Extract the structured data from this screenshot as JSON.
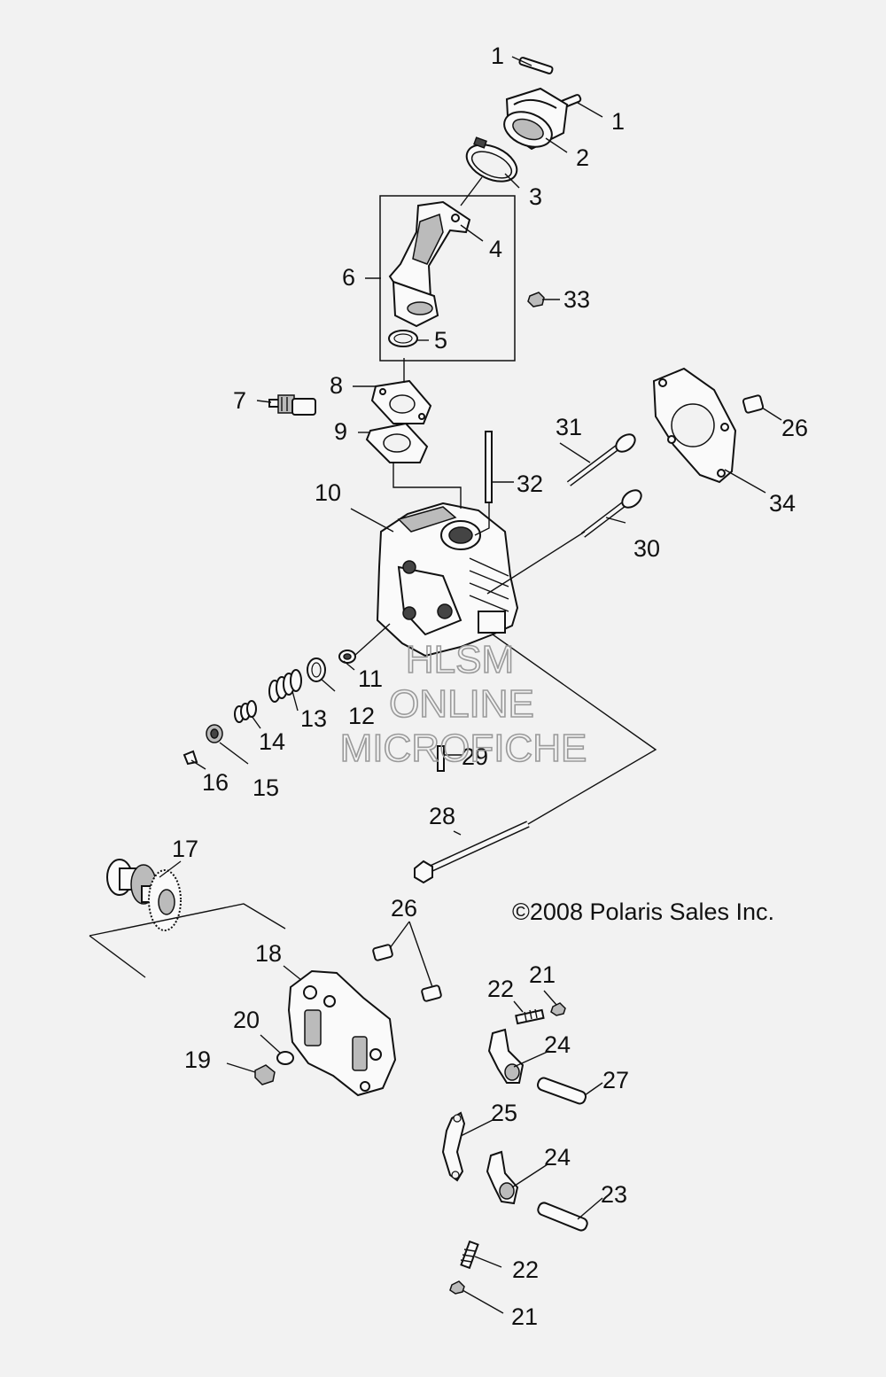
{
  "labels": {
    "n1a": "1",
    "n1b": "1",
    "n2": "2",
    "n3": "3",
    "n4": "4",
    "n5": "5",
    "n6": "6",
    "n7": "7",
    "n8": "8",
    "n9": "9",
    "n10": "10",
    "n11": "11",
    "n12": "12",
    "n13": "13",
    "n14": "14",
    "n15": "15",
    "n16": "16",
    "n17": "17",
    "n18": "18",
    "n19": "19",
    "n20": "20",
    "n21a": "21",
    "n21b": "21",
    "n22a": "22",
    "n22b": "22",
    "n23": "23",
    "n24a": "24",
    "n24b": "24",
    "n25": "25",
    "n26a": "26",
    "n26b": "26",
    "n27": "27",
    "n28": "28",
    "n29": "29",
    "n30": "30",
    "n31": "31",
    "n32": "32",
    "n33": "33",
    "n34": "34"
  },
  "copyright": "©2008 Polaris Sales Inc.",
  "watermark": {
    "line1": "HLSM",
    "line2": "ONLINE",
    "line3": "MICROFICHE"
  }
}
